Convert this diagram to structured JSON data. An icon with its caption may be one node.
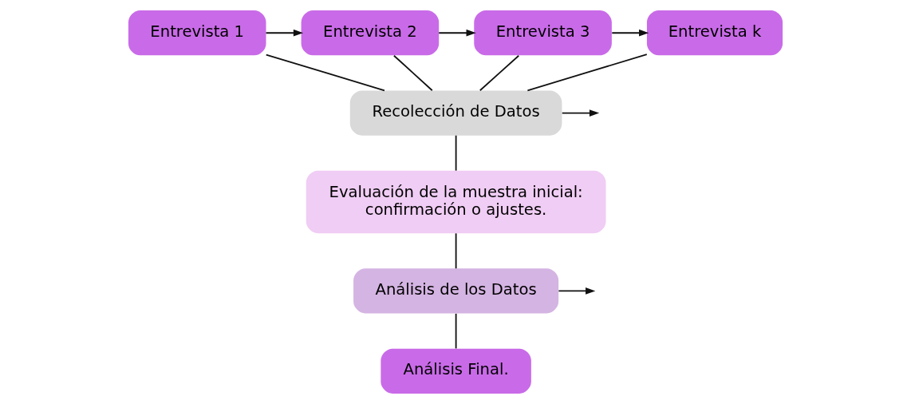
{
  "diagram": {
    "nodes": [
      {
        "text": [
          "Entrevista 1"
        ]
      },
      {
        "text": [
          "Entrevista 2"
        ]
      },
      {
        "text": [
          "Entrevista 3"
        ]
      },
      {
        "text": [
          "Entrevista k"
        ]
      },
      {
        "text": [
          "Recolección de Datos"
        ]
      },
      {
        "text": [
          "Evaluación de la muestra inicial: confirmación o ajustes."
        ]
      },
      {
        "text": [
          "Análisis de los Datos"
        ]
      },
      {
        "text": [
          "Análisis Final."
        ]
      }
    ],
    "edges": [
      {
        "from": 0,
        "to": 1,
        "arrow": "to"
      },
      {
        "from": 1,
        "to": 2,
        "arrow": "to"
      },
      {
        "from": 2,
        "to": 3,
        "arrow": "to"
      },
      {
        "from": 0,
        "to": 4,
        "arrow": "none"
      },
      {
        "from": 1,
        "to": 4,
        "arrow": "none"
      },
      {
        "from": 2,
        "to": 4,
        "arrow": "none"
      },
      {
        "from": 3,
        "to": 4,
        "arrow": "none"
      },
      {
        "from": 4,
        "to": null,
        "arrow": "to"
      },
      {
        "from": 4,
        "to": 5,
        "arrow": "none"
      },
      {
        "from": 5,
        "to": 6,
        "arrow": "none"
      },
      {
        "from": 6,
        "to": null,
        "arrow": "to"
      },
      {
        "from": 6,
        "to": 7,
        "arrow": "none"
      }
    ]
  }
}
